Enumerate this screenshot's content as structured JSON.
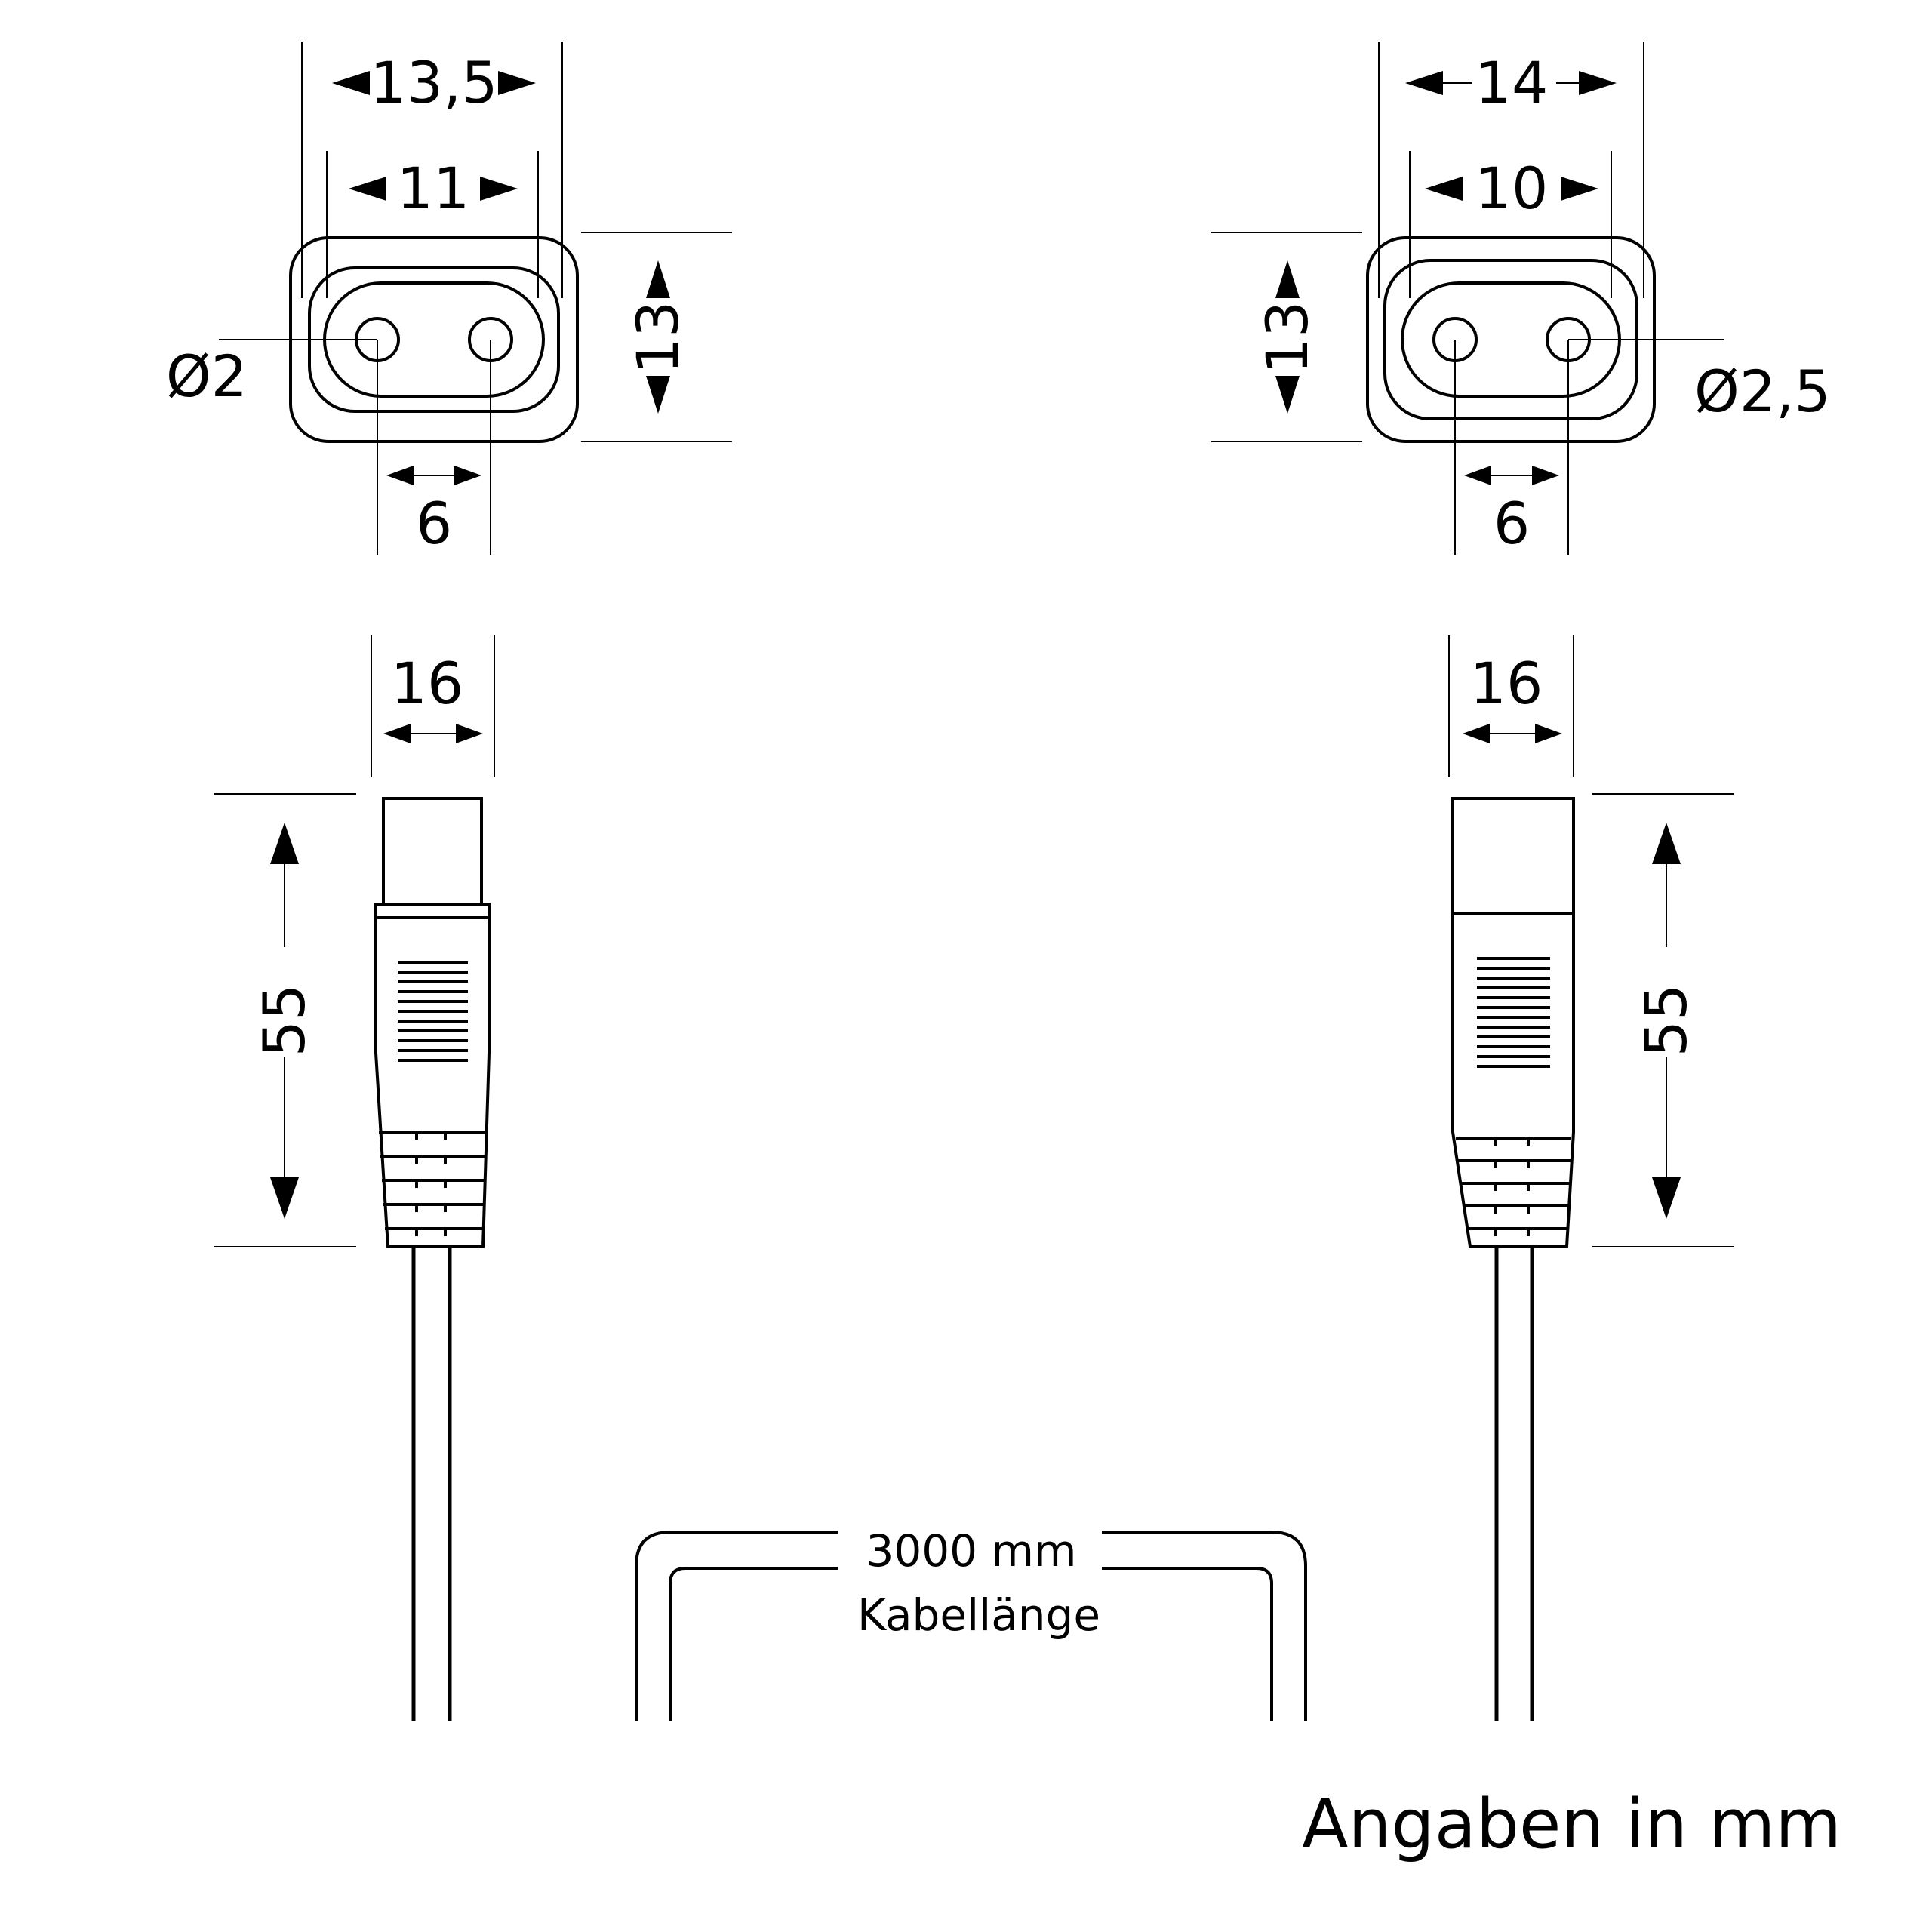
{
  "diagram": {
    "left_plug": {
      "width_outer": "13,5",
      "width_inner": "11",
      "height": "13",
      "pin_diameter": "Ø2",
      "pin_spacing": "6",
      "body_width": "16",
      "body_length": "55"
    },
    "right_plug": {
      "width_outer": "14",
      "width_inner": "10",
      "height": "13",
      "pin_diameter": "Ø2,5",
      "pin_spacing": "6",
      "body_width": "16",
      "body_length": "55"
    },
    "cable": {
      "length": "3000 mm",
      "length_label": "Kabellänge"
    },
    "units_note": "Angaben in mm"
  },
  "colors": {
    "line": "#000000",
    "background": "#ffffff"
  }
}
